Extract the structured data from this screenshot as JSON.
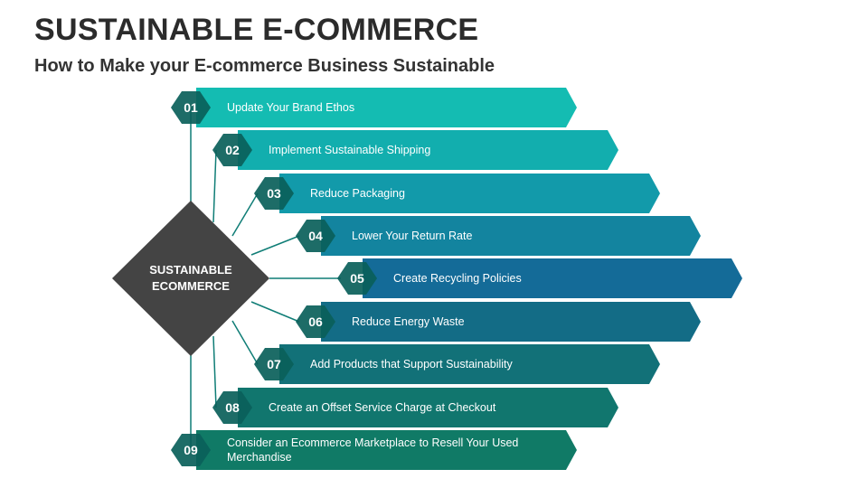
{
  "title": "SUSTAINABLE E-COMMERCE",
  "subtitle": "How to Make your E-commerce Business Sustainable",
  "center": {
    "line1": "SUSTAINABLE",
    "line2": "ECOMMERCE"
  },
  "items": [
    {
      "num": "01",
      "label": "Update Your Brand Ethos",
      "color": "#14bcb2"
    },
    {
      "num": "02",
      "label": "Implement Sustainable Shipping",
      "color": "#12aeae"
    },
    {
      "num": "03",
      "label": "Reduce Packaging",
      "color": "#129aaa"
    },
    {
      "num": "04",
      "label": "Lower Your Return Rate",
      "color": "#13849f"
    },
    {
      "num": "05",
      "label": "Create Recycling Policies",
      "color": "#146b98"
    },
    {
      "num": "06",
      "label": "Reduce Energy Waste",
      "color": "#136c86"
    },
    {
      "num": "07",
      "label": "Add Products that Support Sustainability",
      "color": "#127178"
    },
    {
      "num": "08",
      "label": "Create an Offset Service Charge at Checkout",
      "color": "#11766e"
    },
    {
      "num": "09",
      "label": "Consider an Ecommerce Marketplace to Resell Your Used Merchandise",
      "color": "#107a66"
    }
  ],
  "colors": {
    "center_diamond": "#444444",
    "connector": "#0f7d76"
  }
}
